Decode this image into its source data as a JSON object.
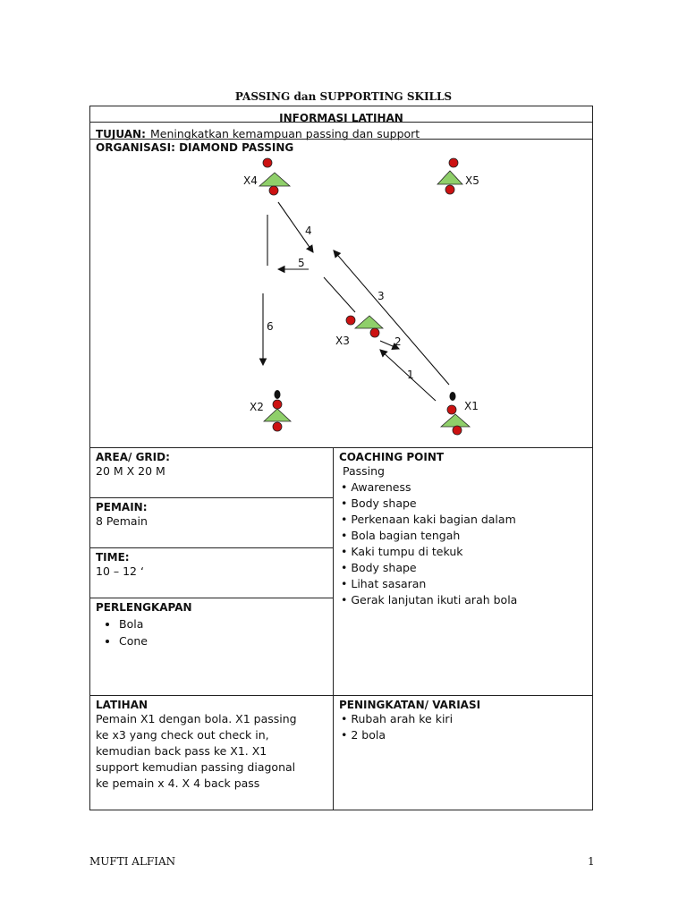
{
  "header": {
    "title": "PASSING dan SUPPORTING SKILLS"
  },
  "info_row": {
    "label": "INFORMASI LATIHAN"
  },
  "tujuan": {
    "label": "TUJUAN:",
    "text": "Meningkatkan kemampuan passing dan support"
  },
  "organisasi": {
    "label": "ORGANISASI:  DIAMOND PASSING",
    "players": [
      "X4",
      "X5",
      "X3",
      "X2",
      "X1"
    ],
    "pass_numbers": [
      "4",
      "5",
      "3",
      "6",
      "2",
      "1"
    ],
    "colors": {
      "cone": "#8fcf6a",
      "ball": "#cc1111",
      "line": "#111111"
    }
  },
  "area": {
    "label": "AREA/ GRID:",
    "value": "20 M X 20 M"
  },
  "pemain": {
    "label": "PEMAIN:",
    "value": "8 Pemain"
  },
  "time": {
    "label": "TIME:",
    "value": "10 – 12 ‘"
  },
  "perlengkapan": {
    "label": "PERLENGKAPAN",
    "items": [
      "Bola",
      "Cone"
    ]
  },
  "coaching": {
    "label": "COACHING POINT",
    "subtitle": "Passing",
    "items": [
      "Awareness",
      "Body shape",
      "Perkenaan kaki bagian dalam",
      "Bola bagian tengah",
      "Kaki tumpu di tekuk",
      "Body shape",
      "Lihat sasaran",
      "Gerak lanjutan ikuti arah bola"
    ]
  },
  "latihan": {
    "label": "LATIHAN",
    "lines": [
      "Pemain X1 dengan bola. X1 passing",
      "ke x3 yang check out check in,",
      "kemudian back pass ke X1. X1",
      "support kemudian passing diagonal",
      "ke pemain x 4. X 4 back pass"
    ]
  },
  "peningkatan": {
    "label": "PENINGKATAN/ VARIASI",
    "items": [
      "Rubah arah ke kiri",
      "2 bola"
    ]
  },
  "footer": {
    "author": "MUFTI ALFIAN",
    "page": "1"
  }
}
